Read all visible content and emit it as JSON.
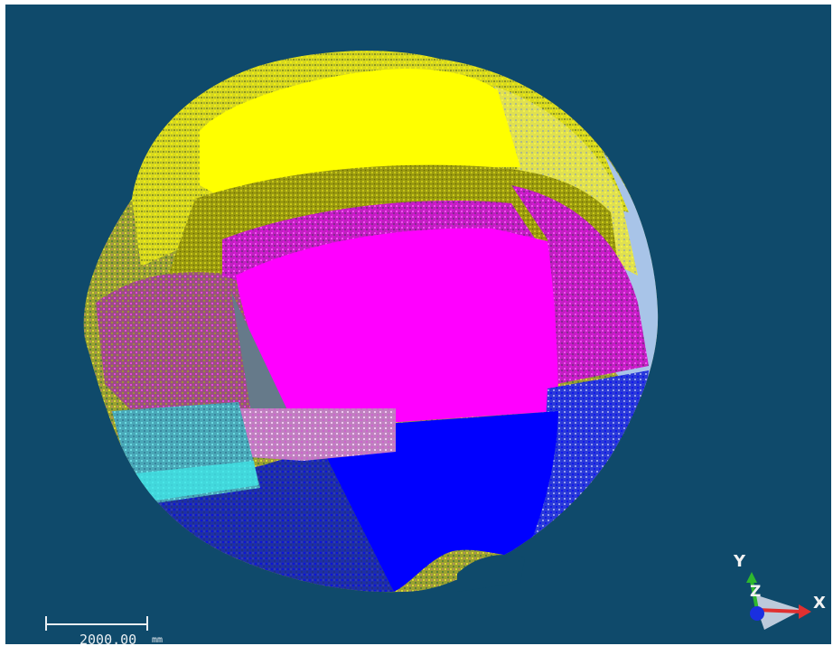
{
  "viewer": {
    "background_color": "#0f4a6b",
    "scale_bar": {
      "value": "2000.00",
      "unit": "mm"
    },
    "axis_triad": {
      "x_label": "X",
      "y_label": "Y",
      "z_label": "Z",
      "x_color": "#e03030",
      "y_color": "#2eb82e",
      "z_color": "#1a2fe0"
    },
    "point_cloud_colors": {
      "yellow": "#ffff00",
      "olive": "#8a8a00",
      "magenta": "#ff00ff",
      "blue": "#0000ff",
      "navy": "#1a2b8a",
      "cyan": "#33ffff",
      "light_blue": "#a8c4e8",
      "pink": "#f0a0d0"
    }
  }
}
